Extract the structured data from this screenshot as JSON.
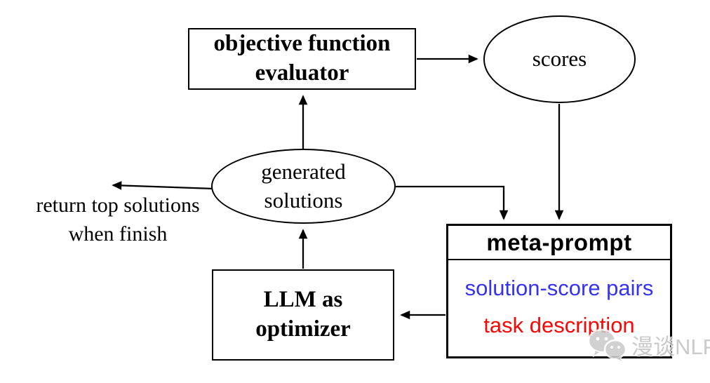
{
  "diagram": {
    "evaluator": {
      "line1": "objective function",
      "line2": "evaluator"
    },
    "scores": {
      "label": "scores"
    },
    "generated_solutions": {
      "line1": "generated",
      "line2": "solutions"
    },
    "llm_optimizer": {
      "line1": "LLM as",
      "line2": "optimizer"
    },
    "meta_prompt": {
      "title": "meta-prompt",
      "solution_score_pairs": "solution-score pairs",
      "task_description": "task description"
    },
    "return_note": {
      "line1": "return top solutions",
      "line2": "when finish"
    },
    "colors": {
      "blue_item": "#3533f0",
      "red_item": "#fb0606",
      "line": "#000000"
    },
    "watermark": {
      "text": "漫谈NLP"
    }
  }
}
